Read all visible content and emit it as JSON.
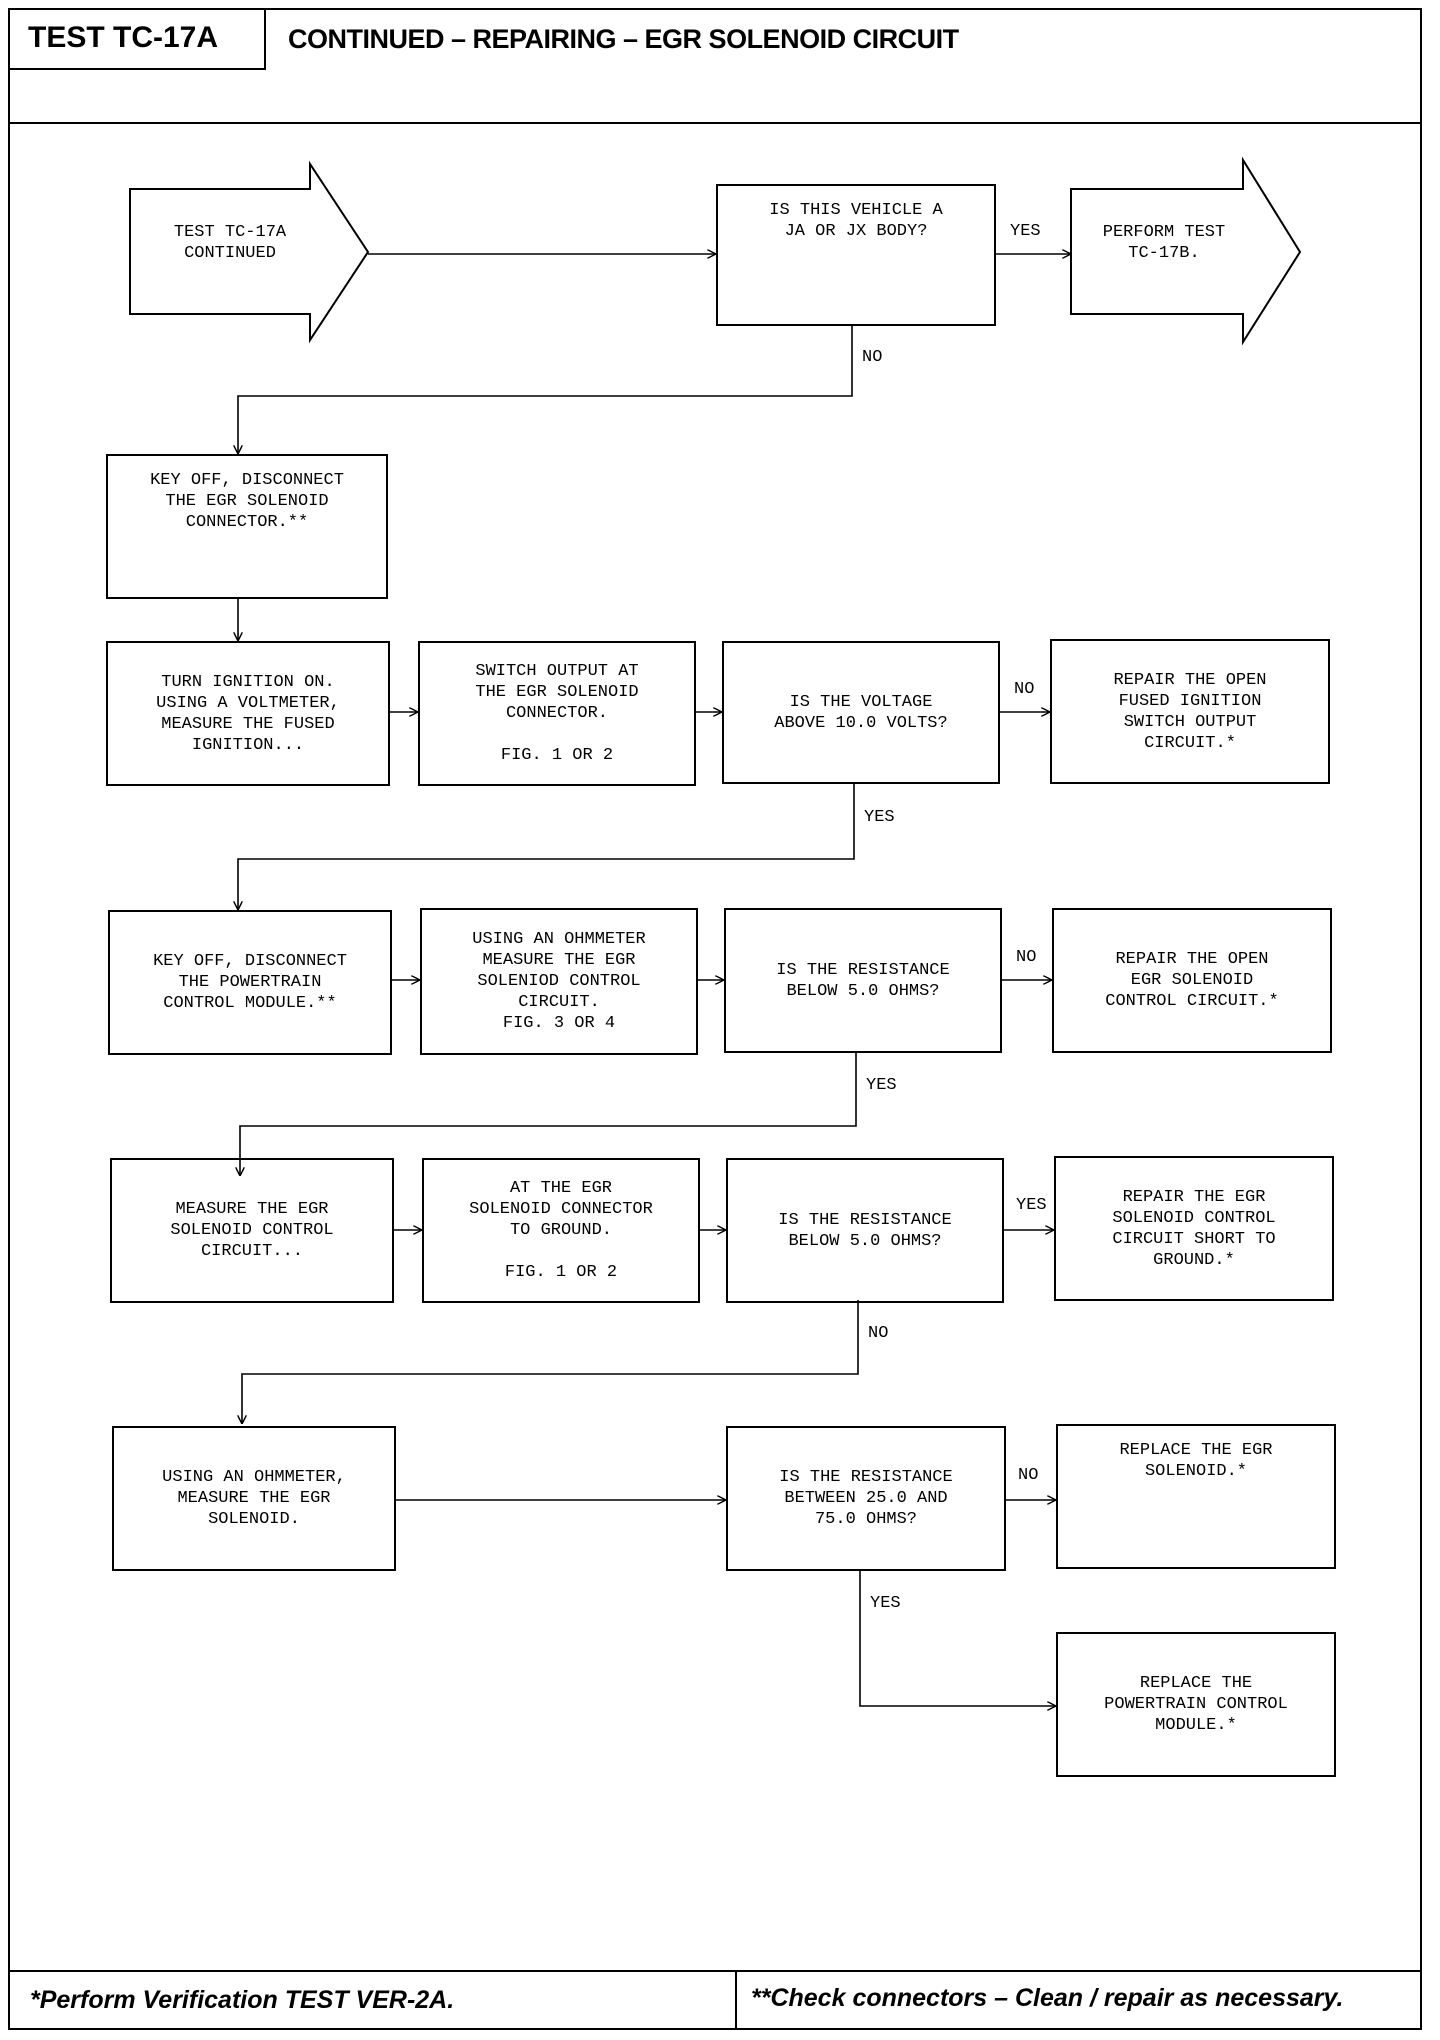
{
  "header": {
    "test_id": "TEST TC-17A",
    "title": "CONTINUED – REPAIRING – EGR SOLENOID CIRCUIT"
  },
  "flow": {
    "start": "TEST TC-17A\nCONTINUED",
    "q_body": "IS THIS VEHICLE A\nJA OR JX BODY?",
    "perform_17b": "PERFORM TEST\nTC-17B.",
    "step_disconnect_egr": "KEY OFF, DISCONNECT\nTHE EGR SOLENOID\nCONNECTOR.**",
    "step_ignition_on": "TURN IGNITION ON.\nUSING A VOLTMETER,\nMEASURE THE FUSED\nIGNITION...",
    "step_switch_output": "SWITCH OUTPUT AT\nTHE EGR SOLENOID\nCONNECTOR.\n\nFIG. 1 OR 2",
    "q_voltage": "IS THE VOLTAGE\nABOVE 10.0 VOLTS?",
    "repair_fused_ignition": "REPAIR THE OPEN\nFUSED IGNITION\nSWITCH OUTPUT\nCIRCUIT.*",
    "step_disconnect_pcm": "KEY OFF, DISCONNECT\nTHE POWERTRAIN\nCONTROL MODULE.**",
    "step_ohmmeter_control": "USING AN OHMMETER\nMEASURE THE EGR\nSOLENIOD CONTROL\nCIRCUIT.\nFIG. 3 OR 4",
    "q_resistance_1": "IS THE RESISTANCE\nBELOW 5.0 OHMS?",
    "repair_open_control": "REPAIR THE OPEN\nEGR SOLENOID\nCONTROL CIRCUIT.*",
    "step_measure_control": "MEASURE THE EGR\nSOLENOID CONTROL\nCIRCUIT...",
    "step_at_connector": "AT THE EGR\nSOLENOID CONNECTOR\nTO GROUND.\n\nFIG. 1 OR 2",
    "q_resistance_2": "IS THE RESISTANCE\nBELOW 5.0 OHMS?",
    "repair_short": "REPAIR THE EGR\nSOLENOID CONTROL\nCIRCUIT SHORT TO\nGROUND.*",
    "step_measure_solenoid": "USING AN OHMMETER,\nMEASURE THE EGR\nSOLENOID.",
    "q_resistance_range": "IS THE RESISTANCE\nBETWEEN 25.0 AND\n75.0 OHMS?",
    "replace_solenoid": "REPLACE THE EGR\nSOLENOID.*",
    "replace_pcm": "REPLACE THE\nPOWERTRAIN CONTROL\nMODULE.*"
  },
  "labels": {
    "yes": "YES",
    "no": "NO"
  },
  "footer": {
    "left": "*Perform Verification TEST VER-2A.",
    "right": "**Check connectors – Clean / repair as necessary."
  }
}
